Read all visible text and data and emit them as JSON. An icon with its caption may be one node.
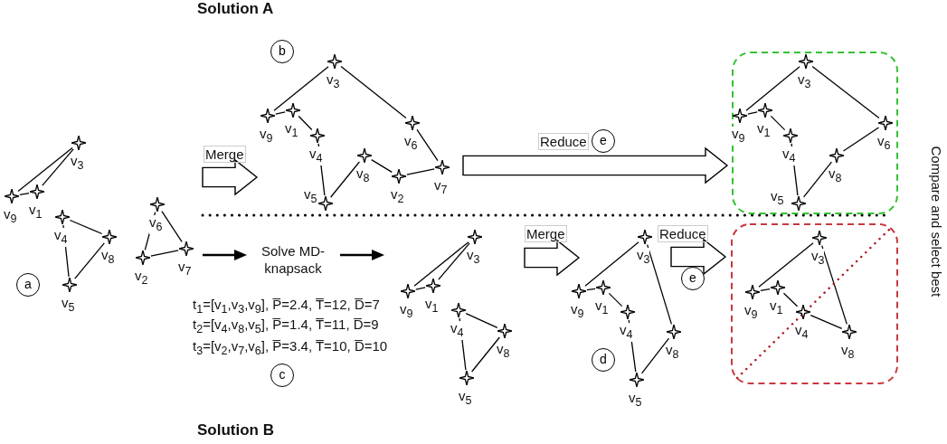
{
  "diagram": {
    "nodes": [
      {
        "text": [
          "v$_{9}$"
        ]
      },
      {
        "text": [
          "v$_{1}$"
        ]
      },
      {
        "text": [
          "v$_{3}$"
        ]
      },
      {
        "text": [
          "v$_{4}$"
        ]
      },
      {
        "text": [
          "v$_{8}$"
        ]
      },
      {
        "text": [
          "v$_{5}$"
        ]
      },
      {
        "text": [
          "v$_{6}$"
        ]
      },
      {
        "text": [
          "v$_{2}$"
        ]
      },
      {
        "text": [
          "v$_{7}$"
        ]
      },
      {
        "text": [
          "a"
        ]
      },
      {
        "text": [
          "b"
        ]
      },
      {
        "text": [
          "v$_{3}$"
        ]
      },
      {
        "text": [
          "v$_{9}$"
        ]
      },
      {
        "text": [
          "v$_{1}$"
        ]
      },
      {
        "text": [
          "v$_{4}$"
        ]
      },
      {
        "text": [
          "v$_{6}$"
        ]
      },
      {
        "text": [
          "v$_{8}$"
        ]
      },
      {
        "text": [
          "v$_{2}$"
        ]
      },
      {
        "text": [
          "v$_{7}$"
        ]
      },
      {
        "text": [
          "v$_{5}$"
        ]
      },
      {
        "text": [],
        "shape": "box"
      },
      {
        "text": [
          "v$_{3}$"
        ],
        "in": 20
      },
      {
        "text": [
          "v$_{9}$"
        ],
        "in": 20
      },
      {
        "text": [
          "v$_{1}$"
        ],
        "in": 20
      },
      {
        "text": [
          "v$_{4}$"
        ],
        "in": 20
      },
      {
        "text": [
          "v$_{6}$"
        ],
        "in": 20
      },
      {
        "text": [
          "v$_{8}$"
        ],
        "in": 20
      },
      {
        "text": [
          "v$_{5}$"
        ],
        "in": 20
      },
      {
        "text": [
          "e"
        ]
      },
      {
        "text": [
          "v$_{3}$"
        ]
      },
      {
        "text": [
          "v$_{9}$"
        ]
      },
      {
        "text": [
          "v$_{1}$"
        ]
      },
      {
        "text": [
          "v$_{4}$"
        ]
      },
      {
        "text": [
          "v$_{8}$"
        ]
      },
      {
        "text": [
          "v$_{5}$"
        ]
      },
      {
        "text": [
          "c"
        ]
      },
      {
        "text": [
          "v$_{3}$"
        ]
      },
      {
        "text": [
          "v$_{9}$"
        ]
      },
      {
        "text": [
          "v$_{1}$"
        ]
      },
      {
        "text": [
          "v$_{4}$"
        ]
      },
      {
        "text": [
          "v$_{8}$"
        ]
      },
      {
        "text": [
          "v$_{5}$"
        ]
      },
      {
        "text": [
          "d"
        ]
      },
      {
        "text": [
          "e"
        ]
      },
      {
        "text": [],
        "shape": "box"
      },
      {
        "text": [
          "v$_{3}$"
        ],
        "in": 44
      },
      {
        "text": [
          "v$_{9}$"
        ],
        "in": 44
      },
      {
        "text": [
          "v$_{1}$"
        ],
        "in": 44
      },
      {
        "text": [
          "v$_{4}$"
        ],
        "in": 44
      },
      {
        "text": [
          "v$_{8}$"
        ],
        "in": 44
      }
    ],
    "edges": [
      {
        "from": 0,
        "to": 2,
        "arrow": "none"
      },
      {
        "from": 0,
        "to": 1,
        "arrow": "none"
      },
      {
        "from": 1,
        "to": 2,
        "arrow": "none"
      },
      {
        "from": 3,
        "to": 4,
        "arrow": "none"
      },
      {
        "from": 3,
        "to": 5,
        "arrow": "none"
      },
      {
        "from": 5,
        "to": 4,
        "arrow": "none"
      },
      {
        "from": 6,
        "to": 7,
        "arrow": "none"
      },
      {
        "from": 6,
        "to": 8,
        "arrow": "none"
      },
      {
        "from": 7,
        "to": 8,
        "arrow": "none"
      },
      {
        "from": 12,
        "to": 11,
        "arrow": "none"
      },
      {
        "from": 12,
        "to": 13,
        "arrow": "none"
      },
      {
        "from": 13,
        "to": 14,
        "arrow": "none"
      },
      {
        "from": 14,
        "to": 19,
        "arrow": "none"
      },
      {
        "from": 19,
        "to": 16,
        "arrow": "none"
      },
      {
        "from": 16,
        "to": 17,
        "arrow": "none"
      },
      {
        "from": 17,
        "to": 18,
        "arrow": "none"
      },
      {
        "from": 18,
        "to": 15,
        "arrow": "none"
      },
      {
        "from": 15,
        "to": 11,
        "arrow": "none"
      },
      {
        "from": 22,
        "to": 21,
        "arrow": "none"
      },
      {
        "from": 22,
        "to": 23,
        "arrow": "none"
      },
      {
        "from": 23,
        "to": 24,
        "arrow": "none"
      },
      {
        "from": 24,
        "to": 27,
        "arrow": "none"
      },
      {
        "from": 27,
        "to": 26,
        "arrow": "none"
      },
      {
        "from": 26,
        "to": 25,
        "arrow": "none"
      },
      {
        "from": 25,
        "to": 21,
        "arrow": "none"
      },
      {
        "from": 30,
        "to": 29,
        "arrow": "none"
      },
      {
        "from": 30,
        "to": 31,
        "arrow": "none"
      },
      {
        "from": 31,
        "to": 29,
        "arrow": "none"
      },
      {
        "from": 32,
        "to": 33,
        "arrow": "none"
      },
      {
        "from": 32,
        "to": 34,
        "arrow": "none"
      },
      {
        "from": 34,
        "to": 33,
        "arrow": "none"
      },
      {
        "from": 37,
        "to": 36,
        "arrow": "none"
      },
      {
        "from": 37,
        "to": 38,
        "arrow": "none"
      },
      {
        "from": 38,
        "to": 39,
        "arrow": "none"
      },
      {
        "from": 39,
        "to": 41,
        "arrow": "none"
      },
      {
        "from": 41,
        "to": 40,
        "arrow": "none"
      },
      {
        "from": 40,
        "to": 36,
        "arrow": "none"
      },
      {
        "from": 46,
        "to": 45,
        "arrow": "none"
      },
      {
        "from": 46,
        "to": 47,
        "arrow": "none"
      },
      {
        "from": 47,
        "to": 48,
        "arrow": "none"
      },
      {
        "from": 48,
        "to": 49,
        "arrow": "none"
      },
      {
        "from": 49,
        "to": 45,
        "arrow": "none"
      }
    ],
    "labels": [
      "Solution A",
      "Merge",
      "Reduce",
      "Merge",
      "Reduce",
      "Solve MD-knapsack",
      "t$_{1}$=[v$_{1}$,v$_{3}$,v$_{9}$], P̅=2.4, T̅=12, D̅=7",
      "t$_{2}$=[v$_{4}$,v$_{8}$,v$_{5}$], P̅=1.4, T̅=11, D̅=9",
      "t$_{3}$=[v$_{2}$,v$_{7}$,v$_{6}$], P̅=3.4, T̅=10, D̅=10",
      "Compare and select best",
      "Solution B"
    ]
  }
}
